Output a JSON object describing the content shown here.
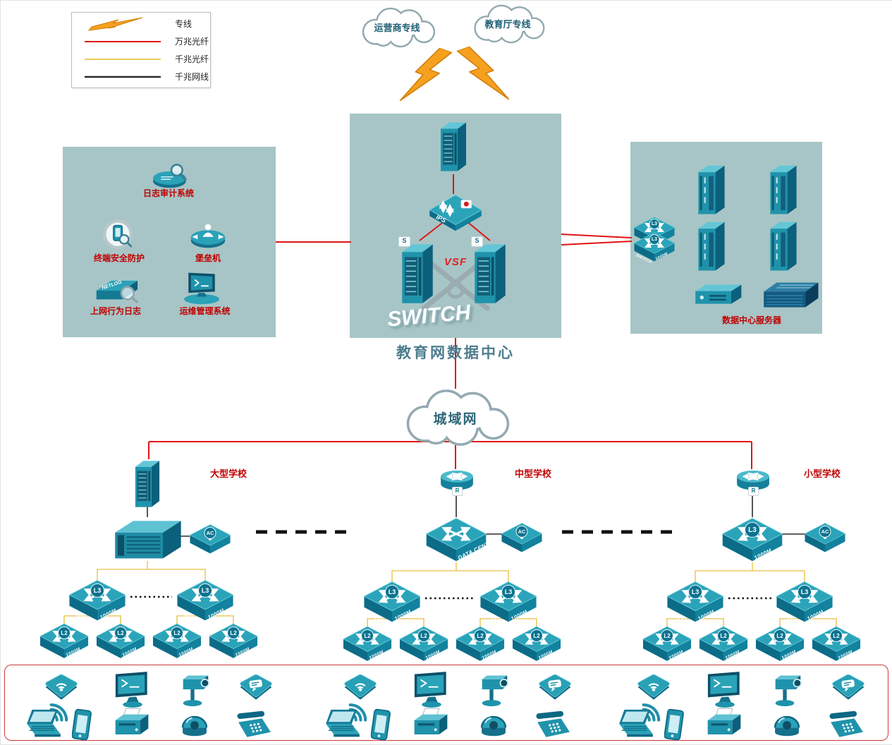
{
  "colors": {
    "line_10g_fiber": "#e01414",
    "line_1g_fiber": "#edc95e",
    "line_1g_cable": "#2b2b2b",
    "lightning": "#f5a01f",
    "device_teal": "#2aa2b8",
    "zone_background": "#a7c5c6",
    "label_red": "#c00000"
  },
  "legend": {
    "items": [
      {
        "label": "专线",
        "type": "lightning"
      },
      {
        "label": "万兆光纤",
        "type": "red-line"
      },
      {
        "label": "千兆光纤",
        "type": "yellow-line"
      },
      {
        "label": "千兆网线",
        "type": "black-line"
      }
    ]
  },
  "clouds": {
    "carrier": "运营商专线",
    "education": "教育厅专线",
    "man": "城域网"
  },
  "datacenter": {
    "title": "教育网数据中心",
    "vsf": "VSF",
    "ips": "IPS",
    "switch_word": "SWITCH",
    "server_chip": "S"
  },
  "security_zone": {
    "items": [
      {
        "label": "日志审计系统"
      },
      {
        "label": "终端安全防护"
      },
      {
        "label": "堡垒机"
      },
      {
        "label": "上网行为日志",
        "chip": "NETLOG"
      },
      {
        "label": "运维管理系统"
      }
    ]
  },
  "server_zone": {
    "title": "数据中心服务器"
  },
  "labels": {
    "sw_left": "SWITCH",
    "sw_right": "1000M",
    "l3": "L3",
    "l2": "L2",
    "ac": "AC",
    "core_right": "DATA CENTER",
    "router_chip": "R"
  },
  "schools": [
    {
      "name": "大型学校"
    },
    {
      "name": "中型学校"
    },
    {
      "name": "小型学校"
    }
  ],
  "terminals": {
    "icons": [
      "wireless-ap",
      "pc-monitor",
      "ptz-camera",
      "voice-terminal",
      "wifi-signal",
      "laptop",
      "smartphone",
      "printer",
      "dome-camera",
      "telephone"
    ]
  }
}
